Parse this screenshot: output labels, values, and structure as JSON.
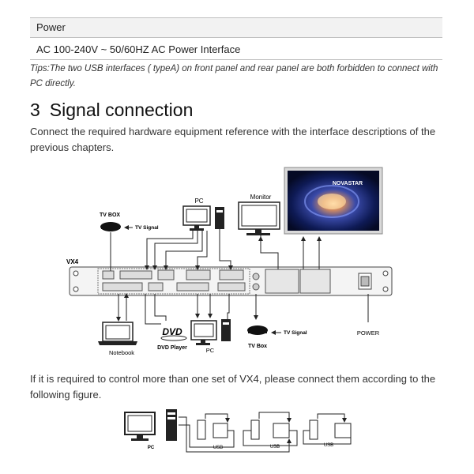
{
  "power_table": {
    "header": "Power",
    "row": "AC 100-240V ~ 50/60HZ   AC Power Interface"
  },
  "tips": "Tips:The two USB interfaces ( typeA) on front panel and rear panel are both forbidden to connect with PC directly.",
  "section": {
    "number": "3",
    "title": "Signal connection"
  },
  "intro": "Connect the required hardware equipment reference with the interface descriptions of the previous chapters.",
  "diagram1": {
    "pc_top": "PC",
    "monitor": "Monitor",
    "tv_box_top": "TV BOX",
    "tv_signal_top": "TV Signal",
    "device": "VX4",
    "screen_logo": "NOVASTAR",
    "notebook": "Notebook",
    "dvd_logo": "DVD",
    "dvd_player": "DVD Player",
    "pc_bottom": "PC",
    "tv_signal_bottom": "TV Signal",
    "tv_box_bottom": "TV Box",
    "power": "POWER"
  },
  "cascade_text": "If it is required to control more than one set of VX4, please connect them according to the following figure.",
  "diagram2": {
    "pc": "PC",
    "usb1": "USB",
    "usb2": "USB",
    "usb3": "USB"
  }
}
